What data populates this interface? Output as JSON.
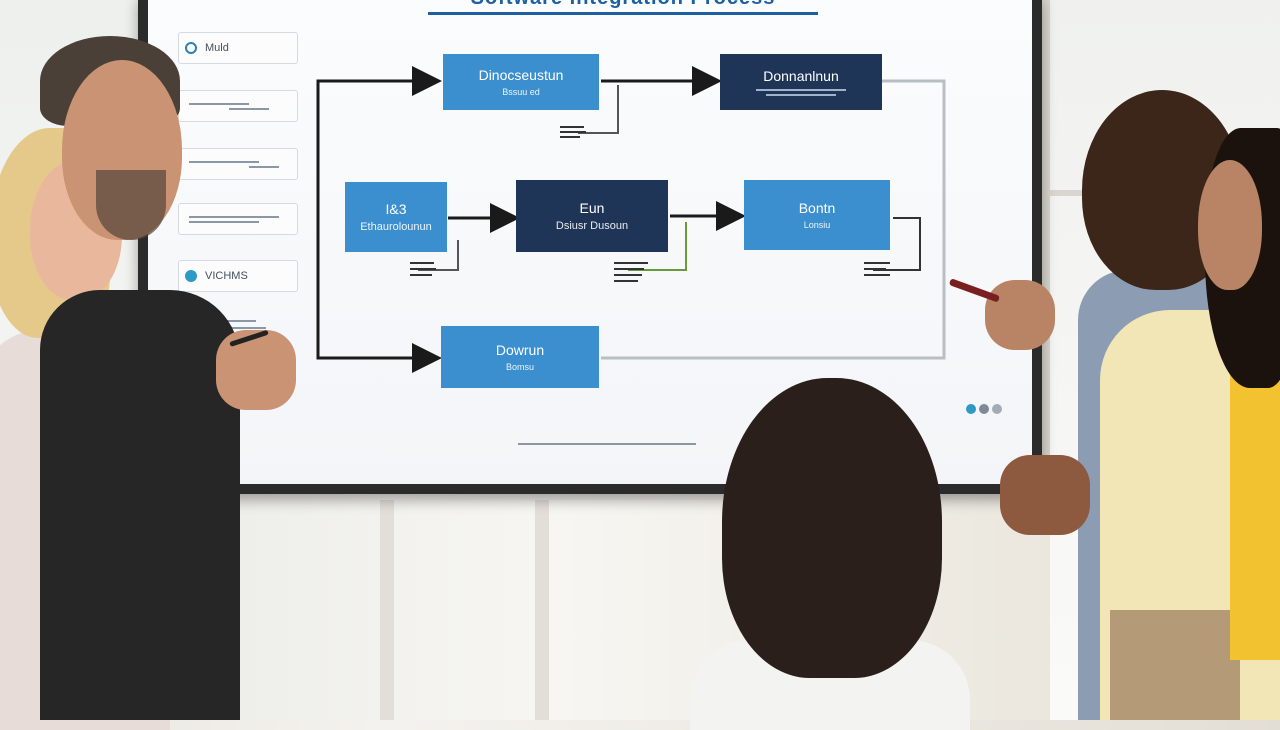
{
  "screen": {
    "title": "Software Integration Process"
  },
  "sidebar": {
    "items": [
      {
        "label": "Muld",
        "has_icon": true
      },
      {
        "label": "",
        "has_icon": false
      },
      {
        "label": "",
        "has_icon": false
      },
      {
        "label": "",
        "has_icon": false
      },
      {
        "label": "VICHMS",
        "has_icon": true
      }
    ]
  },
  "flow": {
    "boxes": [
      {
        "id": "b1",
        "title": "Dinocseustun",
        "sub": "Bssuu ed",
        "style": "light"
      },
      {
        "id": "b2",
        "title": "Donnanlnun",
        "sub": "",
        "style": "dark"
      },
      {
        "id": "b3",
        "title": "I&3",
        "sub": "Ethaurolounun",
        "style": "light"
      },
      {
        "id": "b4",
        "title": "Eun",
        "sub": "Dsiusr Dusoun",
        "style": "dark"
      },
      {
        "id": "b5",
        "title": "Bontn",
        "sub": "Lonsiu",
        "style": "light"
      },
      {
        "id": "b6",
        "title": "Dowrun",
        "sub": "Bomsu",
        "style": "light"
      }
    ]
  },
  "colors": {
    "box_light": "#3b8fcf",
    "box_dark": "#1e3558",
    "title_blue": "#1d5fa3"
  }
}
